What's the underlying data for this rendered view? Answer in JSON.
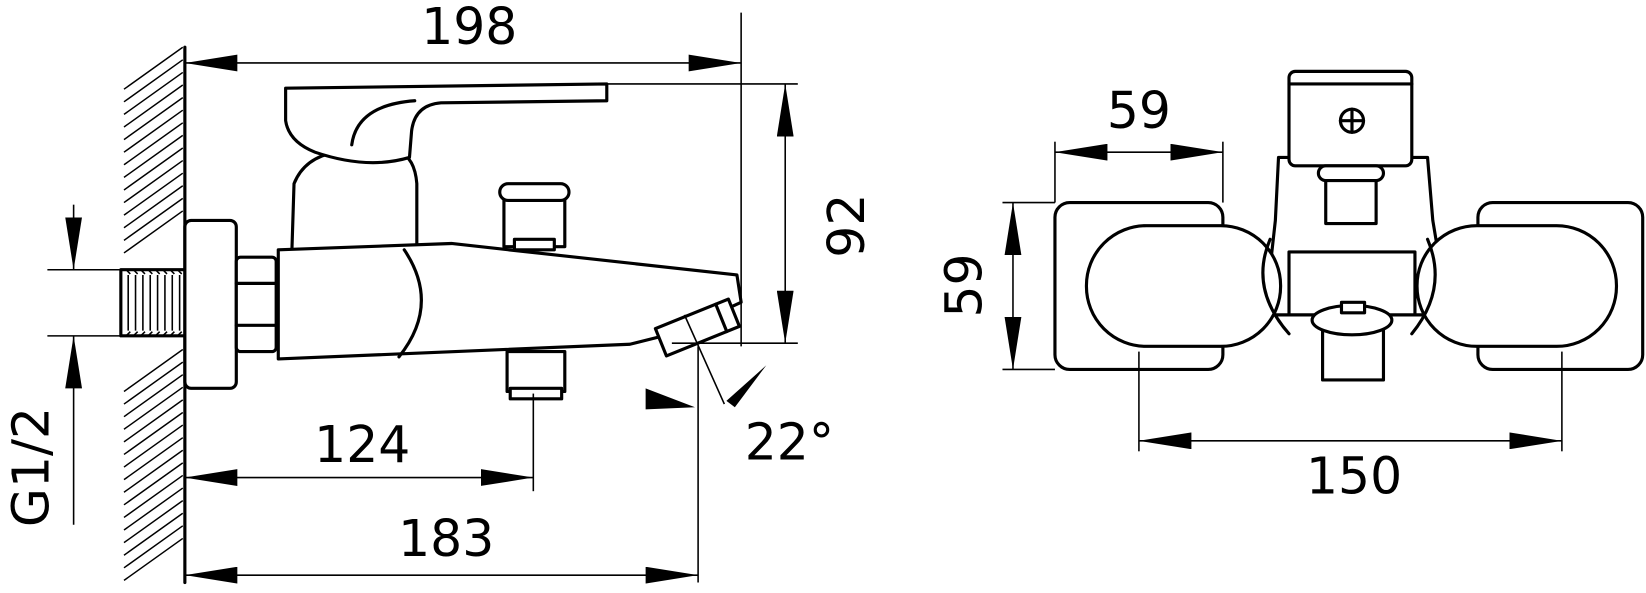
{
  "side_view": {
    "overall_length": "198",
    "height": "92",
    "outlet_distance": "124",
    "spout_length": "183",
    "spout_angle": "22°",
    "thread": "G1/2"
  },
  "front_view": {
    "flange_width": "59",
    "flange_height": "59",
    "center_distance": "150"
  }
}
